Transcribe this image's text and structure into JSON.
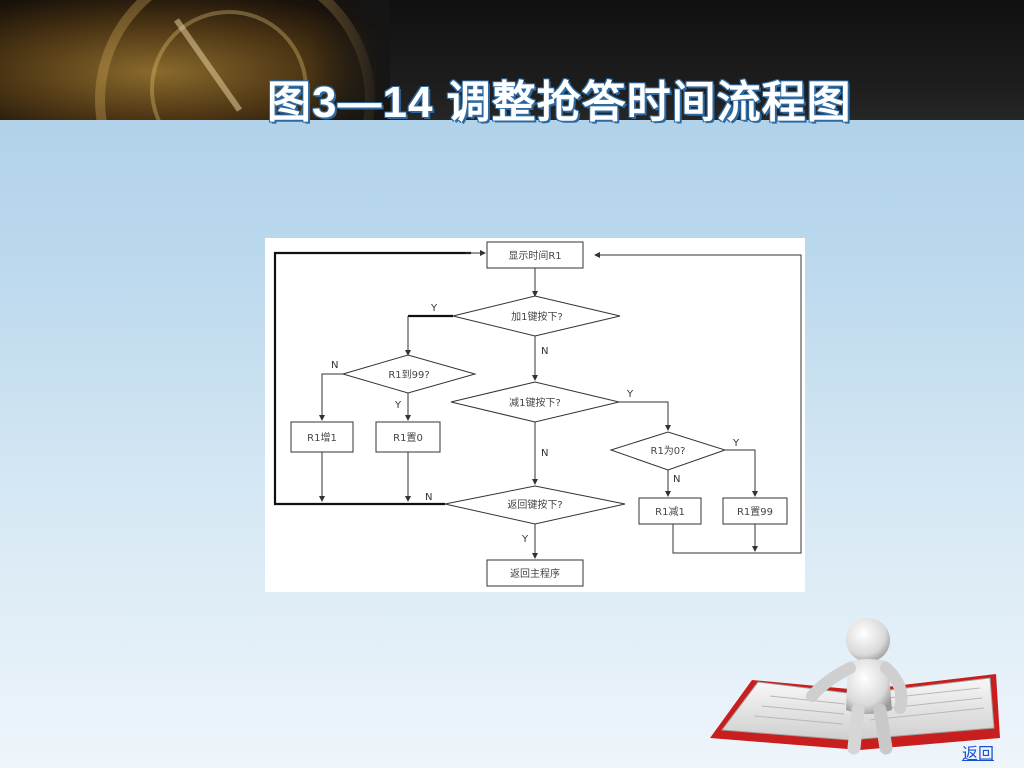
{
  "slide": {
    "title": "图3—14  调整抢答时间流程图",
    "back_link": "返回"
  },
  "flowchart": {
    "nodes": {
      "start": "显示时间R1",
      "plus_key": "加1键按下?",
      "r1_99": "R1到99?",
      "inc": "R1增1",
      "set0": "R1置0",
      "minus_key": "减1键按下?",
      "r1_0": "R1为0?",
      "dec": "R1减1",
      "set99": "R1置99",
      "return_key": "返回键按下?",
      "return_main": "返回主程序"
    },
    "edge_labels": {
      "plus_yes": "Y",
      "plus_no": "N",
      "r99_no": "N",
      "r99_yes": "Y",
      "minus_yes": "Y",
      "minus_no": "N",
      "r0_yes": "Y",
      "r0_no": "N",
      "return_no": "N",
      "return_yes": "Y"
    }
  },
  "colors": {
    "header_bg": "#1a1a1a",
    "title_fill": "#ffffff",
    "title_outline": "#2d6aa3",
    "link": "#1a4fd6"
  }
}
